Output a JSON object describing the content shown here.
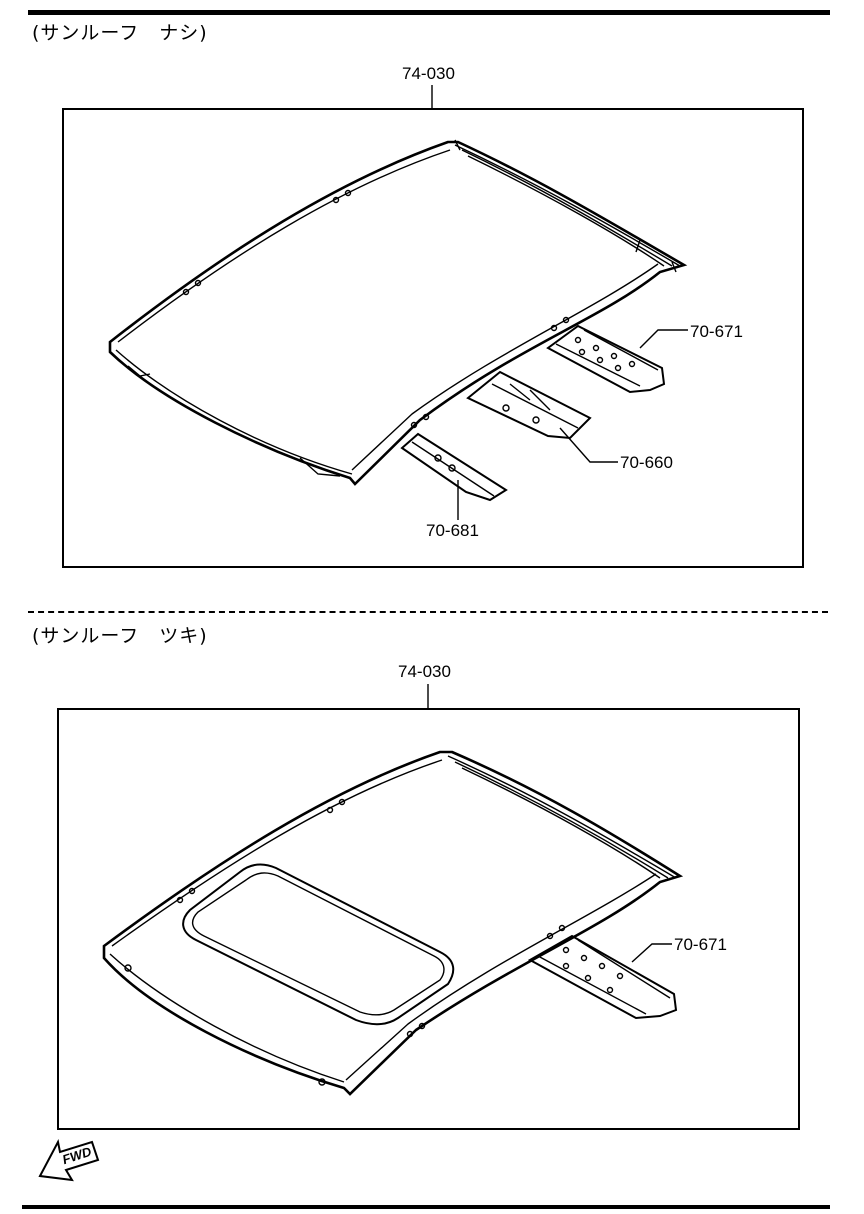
{
  "sections": [
    {
      "caption": "(サンルーフ　ナシ)",
      "labels": [
        "74-030",
        "70-671",
        "70-660",
        "70-681"
      ]
    },
    {
      "caption": "(サンルーフ　ツキ)",
      "labels": [
        "74-030",
        "70-671"
      ]
    }
  ],
  "direction_badge": "FWD"
}
